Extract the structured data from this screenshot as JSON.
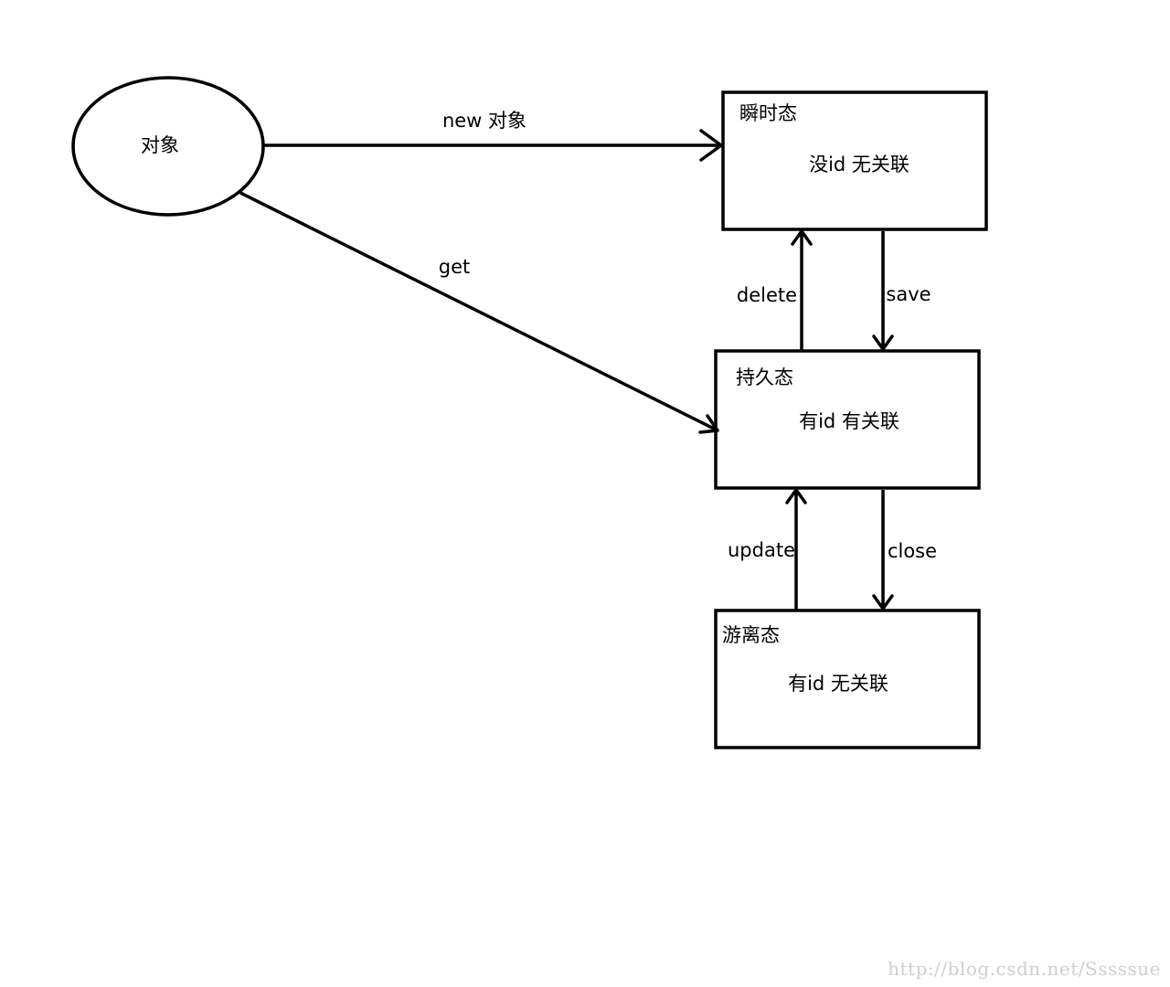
{
  "nodes": {
    "object": {
      "label": "对象"
    },
    "transient": {
      "title": "瞬时态",
      "desc": "没id 无关联"
    },
    "persistent": {
      "title": "持久态",
      "desc": "有id 有关联"
    },
    "detached": {
      "title": "游离态",
      "desc": "有id 无关联"
    }
  },
  "edges": {
    "new": "new 对象",
    "get": "get",
    "delete": "delete",
    "save": "save",
    "update": "update",
    "close": "close"
  },
  "watermark": "http://blog.csdn.net/Sssssue",
  "colors": {
    "stroke": "#000000",
    "watermark": "#cfcfcf"
  }
}
